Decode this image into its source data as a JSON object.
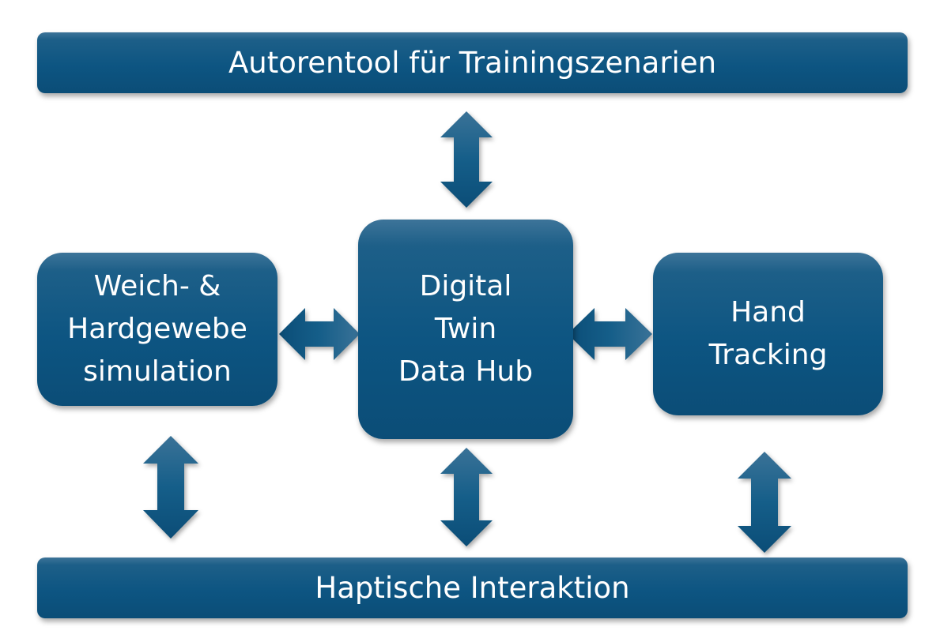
{
  "diagram": {
    "top_bar": {
      "label": "Autorentool für Trainingszenarien"
    },
    "bottom_bar": {
      "label": "Haptische Interaktion"
    },
    "left_box": {
      "lines": [
        "Weich- &",
        "Hardgewebe",
        "simulation"
      ]
    },
    "center_box": {
      "lines": [
        "Digital",
        "Twin",
        "Data Hub"
      ]
    },
    "right_box": {
      "lines": [
        "Hand",
        "Tracking"
      ]
    }
  },
  "colors": {
    "block_fill": "#0d5582",
    "block_highlight": "#3d7499",
    "arrow_fill": "#0e5a85",
    "text": "#ffffff"
  }
}
